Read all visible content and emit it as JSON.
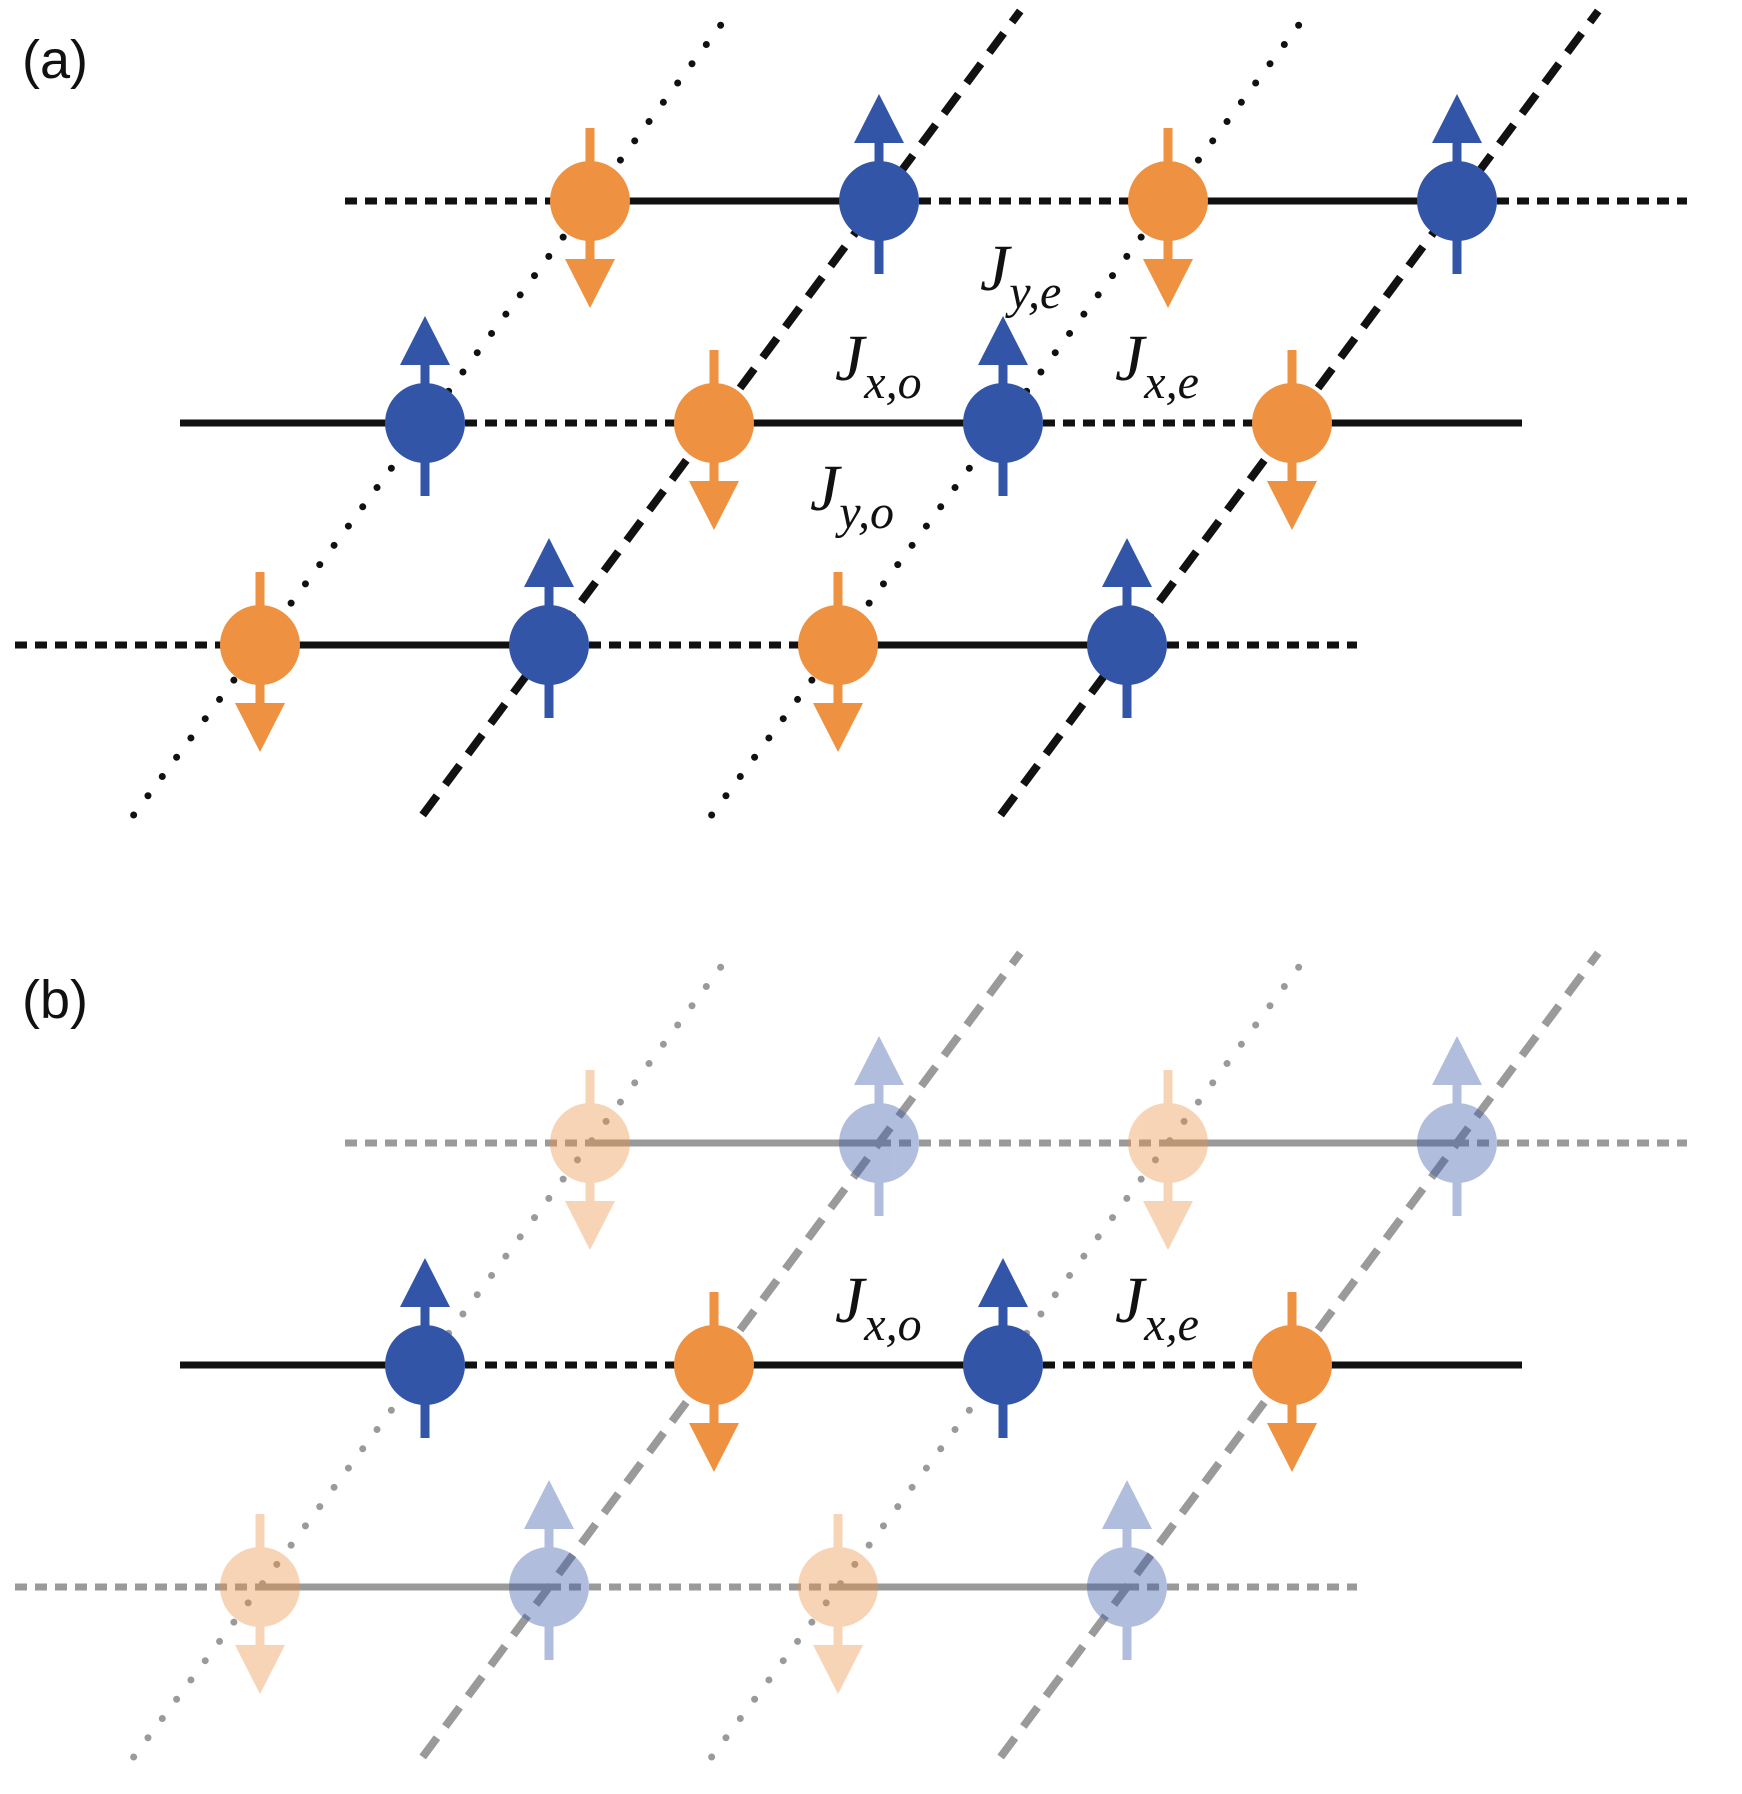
{
  "colors": {
    "spin_up": "#3355a7",
    "spin_down": "#ee9141",
    "bond": "#111111",
    "faded_bond": "#9a9a9a"
  },
  "panels": [
    {
      "label": "(a)",
      "couplings": [
        {
          "J": "J",
          "sub": "y,e"
        },
        {
          "J": "J",
          "sub": "x,o"
        },
        {
          "J": "J",
          "sub": "x,e"
        },
        {
          "J": "J",
          "sub": "y,o"
        }
      ]
    },
    {
      "label": "(b)",
      "couplings": [
        {
          "J": "J",
          "sub": "x,o"
        },
        {
          "J": "J",
          "sub": "x,e"
        }
      ]
    }
  ]
}
